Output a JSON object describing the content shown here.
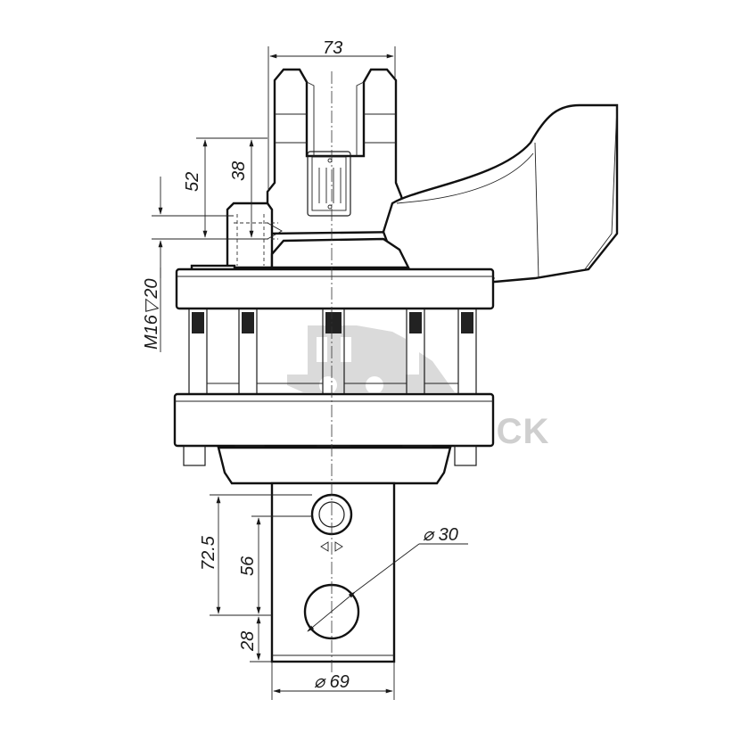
{
  "dimensions": {
    "top_width": "73",
    "height_52": "52",
    "height_38": "38",
    "thread": "M16",
    "thread_depth_symbol": "▽",
    "thread_depth": "20",
    "height_72_5": "72.5",
    "height_56": "56",
    "height_28": "28",
    "hole_diameter": "⌀ 30",
    "shaft_diameter": "⌀ 69"
  },
  "watermark": {
    "text": "HYDROTRUCK"
  },
  "colors": {
    "line": "#1a1a1a",
    "watermark": "#cfcfcf",
    "background": "#ffffff"
  }
}
